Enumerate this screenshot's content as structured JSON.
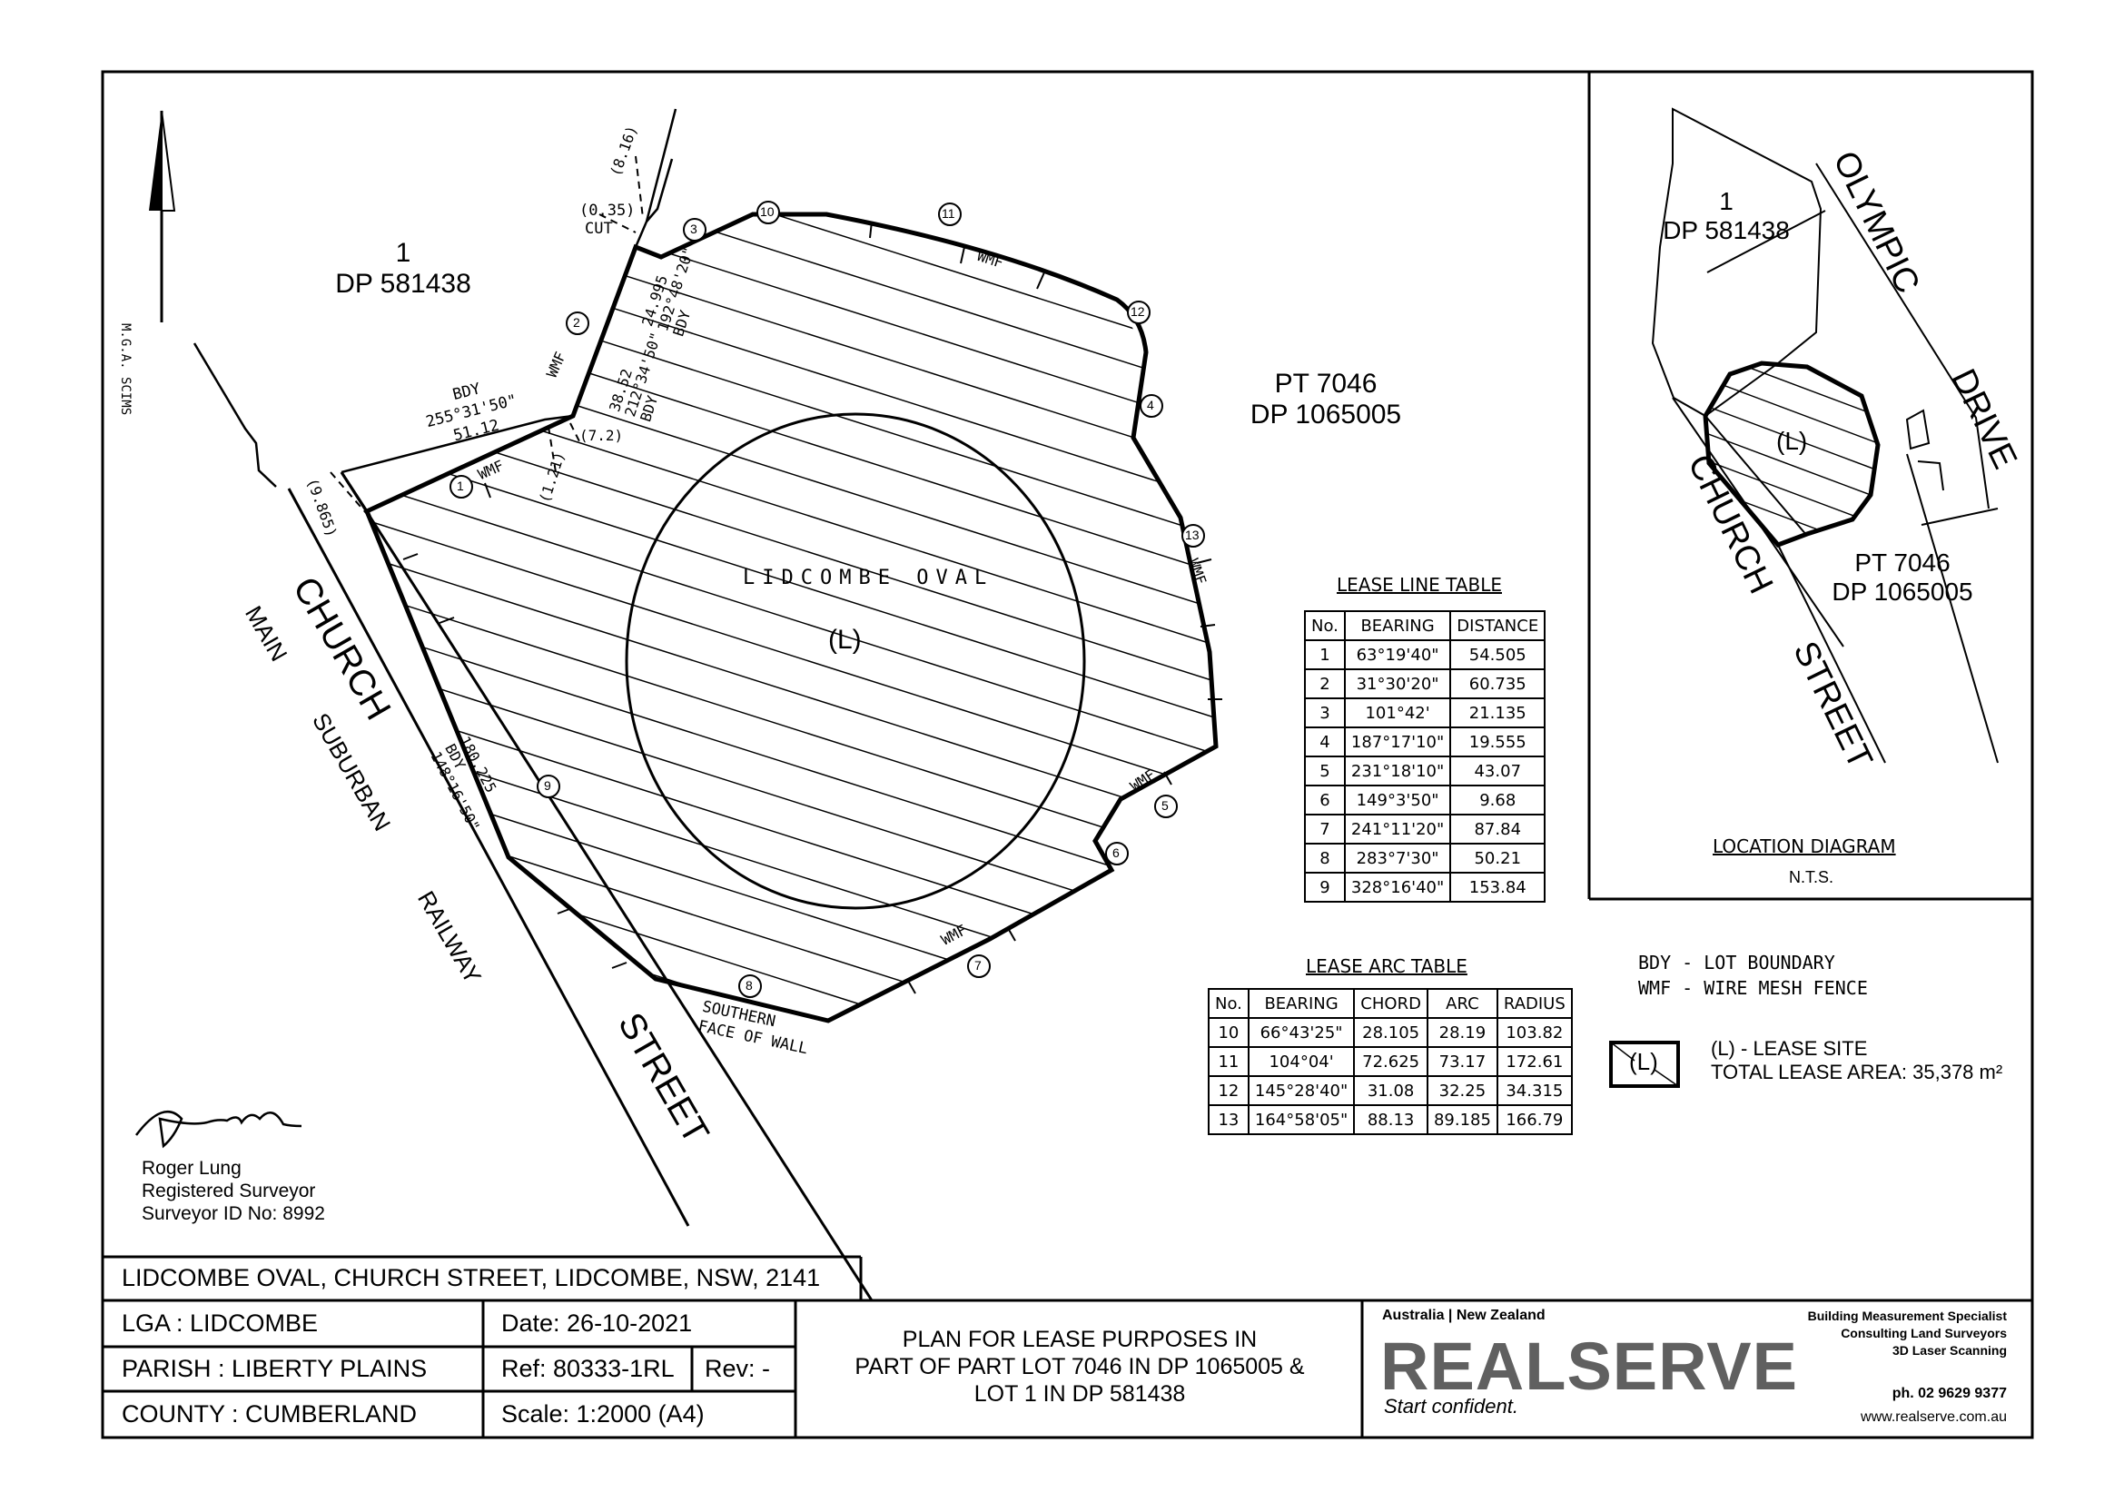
{
  "plan": {
    "lot1": {
      "num": "1",
      "dp": "DP 581438"
    },
    "pt7046": {
      "num": "PT 7046",
      "dp": "DP 1065005"
    },
    "oval_label": "LIDCOMBE OVAL",
    "lease_symbol": "(L)",
    "streets": {
      "church": "CHURCH",
      "street": "STREET",
      "rail_main": "MAIN",
      "rail_suburban": "SUBURBAN",
      "rail_railway": "RAILWAY"
    },
    "north": "M.G.A. SCIMS",
    "annotations": {
      "bdy_a": "BDY",
      "bdy_a_bearing": "255°31'50\"",
      "bdy_a_dist": "51.12",
      "bdy_b_dist": "24.995",
      "bdy_b_bearing": "192°48'20\"",
      "bdy_b": "BDY",
      "bdy_c_dist": "38.52",
      "bdy_c_bearing": "212°34'50\"",
      "bdy_c": "BDY",
      "bdy_d_dist": "180.225",
      "bdy_d": "BDY",
      "bdy_d_bearing": "148°16'50\"",
      "cut_a": "(0.35)",
      "cut_b": "CUT",
      "d816": "(8.16)",
      "d9865": "(9.865)",
      "d121": "(1.21)",
      "d72": "(7.2)",
      "wmf": "WMF",
      "southern": "SOUTHERN",
      "face_wall": "FACE OF WALL"
    },
    "points": [
      "1",
      "2",
      "3",
      "4",
      "5",
      "6",
      "7",
      "8",
      "9",
      "10",
      "11",
      "12",
      "13"
    ]
  },
  "lease_line_table": {
    "title": "LEASE LINE TABLE",
    "headers": [
      "No.",
      "BEARING",
      "DISTANCE"
    ],
    "rows": [
      [
        "1",
        "63°19'40\"",
        "54.505"
      ],
      [
        "2",
        "31°30'20\"",
        "60.735"
      ],
      [
        "3",
        "101°42'",
        "21.135"
      ],
      [
        "4",
        "187°17'10\"",
        "19.555"
      ],
      [
        "5",
        "231°18'10\"",
        "43.07"
      ],
      [
        "6",
        "149°3'50\"",
        "9.68"
      ],
      [
        "7",
        "241°11'20\"",
        "87.84"
      ],
      [
        "8",
        "283°7'30\"",
        "50.21"
      ],
      [
        "9",
        "328°16'40\"",
        "153.84"
      ]
    ]
  },
  "lease_arc_table": {
    "title": "LEASE ARC TABLE",
    "headers": [
      "No.",
      "BEARING",
      "CHORD",
      "ARC",
      "RADIUS"
    ],
    "rows": [
      [
        "10",
        "66°43'25\"",
        "28.105",
        "28.19",
        "103.82"
      ],
      [
        "11",
        "104°04'",
        "72.625",
        "73.17",
        "172.61"
      ],
      [
        "12",
        "145°28'40\"",
        "31.08",
        "32.25",
        "34.315"
      ],
      [
        "13",
        "164°58'05\"",
        "88.13",
        "89.185",
        "166.79"
      ]
    ]
  },
  "legend": {
    "bdy": "BDY - LOT BOUNDARY",
    "wmf": "WMF - WIRE MESH FENCE",
    "lease_site": "(L) - LEASE SITE",
    "total_area": "TOTAL LEASE AREA: 35,378 m²",
    "symbol": "(L)"
  },
  "location": {
    "title": "LOCATION DIAGRAM",
    "nts": "N.T.S.",
    "olympic": "OLYMPIC",
    "drive": "DRIVE",
    "church": "CHURCH",
    "street": "STREET",
    "lot1": "1",
    "lot1dp": "DP 581438",
    "pt": "PT 7046",
    "ptdp": "DP 1065005",
    "lease": "(L)"
  },
  "surveyor": {
    "name": "Roger Lung",
    "title": "Registered Surveyor",
    "id": "Surveyor ID No: 8992"
  },
  "title_block": {
    "address": "LIDCOMBE OVAL, CHURCH STREET, LIDCOMBE, NSW,  2141",
    "lga": "LGA : LIDCOMBE",
    "parish": "PARISH : LIBERTY PLAINS",
    "county": "COUNTY : CUMBERLAND",
    "date": "Date: 26-10-2021",
    "ref": "Ref: 80333-1RL",
    "rev": "Rev: -",
    "scale": "Scale: 1:2000 (A4)",
    "plan_line1": "PLAN FOR LEASE PURPOSES IN",
    "plan_line2": "PART OF PART LOT 7046 IN DP 1065005 &",
    "plan_line3": "LOT 1 IN DP 581438"
  },
  "company": {
    "region": "Australia | New Zealand",
    "name": "REALSERVE",
    "tagline": "Start confident.",
    "services1": "Building Measurement Specialist",
    "services2": "Consulting Land Surveyors",
    "services3": "3D Laser Scanning",
    "phone": "ph. 02 9629 9377",
    "web": "www.realserve.com.au"
  }
}
